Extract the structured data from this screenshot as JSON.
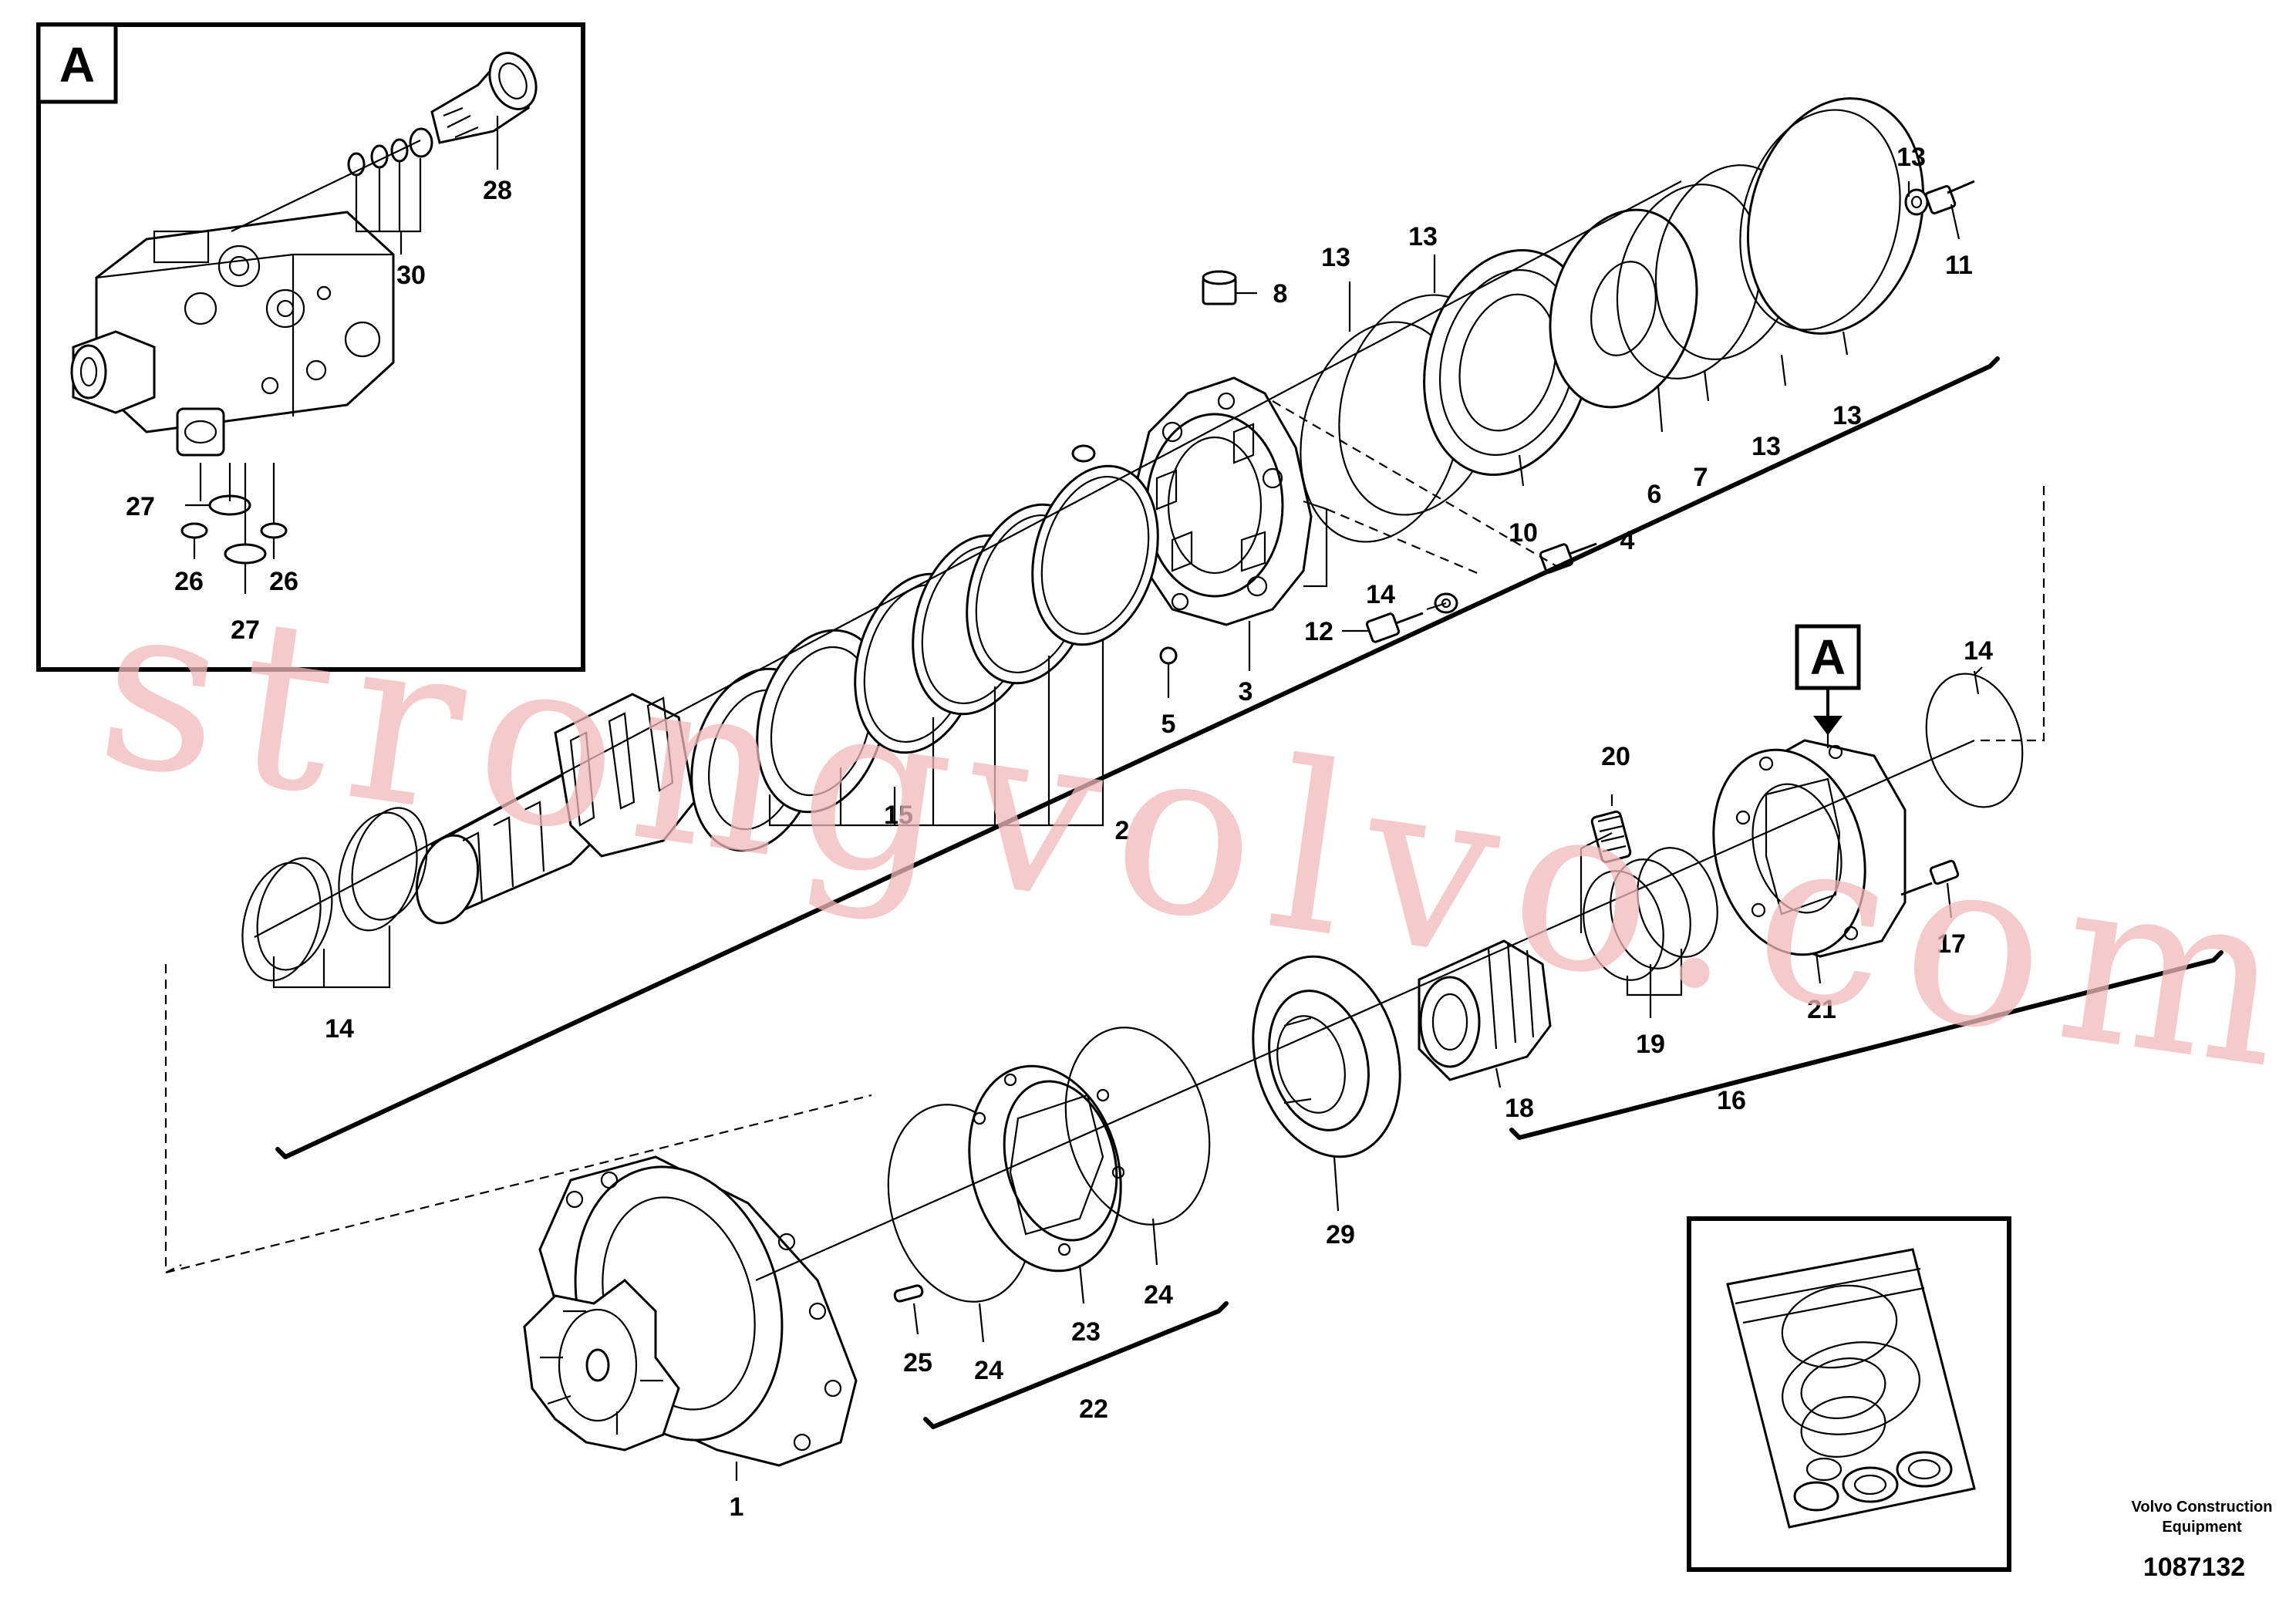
{
  "callouts": {
    "c1": "1",
    "c2": "2",
    "c3": "3",
    "c4": "4",
    "c5": "5",
    "c6": "6",
    "c7": "7",
    "c8": "8",
    "c10": "10",
    "c11": "11",
    "c12": "12",
    "c13a": "13",
    "c13b": "13",
    "c13c": "13",
    "c13d": "13",
    "c13e": "13",
    "c14a": "14",
    "c14b": "14",
    "c14c": "14",
    "c15": "15",
    "c16": "16",
    "c17": "17",
    "c18": "18",
    "c19": "19",
    "c20": "20",
    "c21": "21",
    "c22": "22",
    "c23": "23",
    "c24a": "24",
    "c24b": "24",
    "c25": "25",
    "c26a": "26",
    "c26b": "26",
    "c27a": "27",
    "c27b": "27",
    "c28": "28",
    "c29": "29",
    "c30": "30"
  },
  "detail_label": "A",
  "detail_marker": "A",
  "watermark": "strongvolvo.com",
  "footer": {
    "brand_line1": "Volvo Construction",
    "brand_line2": "Equipment",
    "drawing_number": "1087132"
  }
}
